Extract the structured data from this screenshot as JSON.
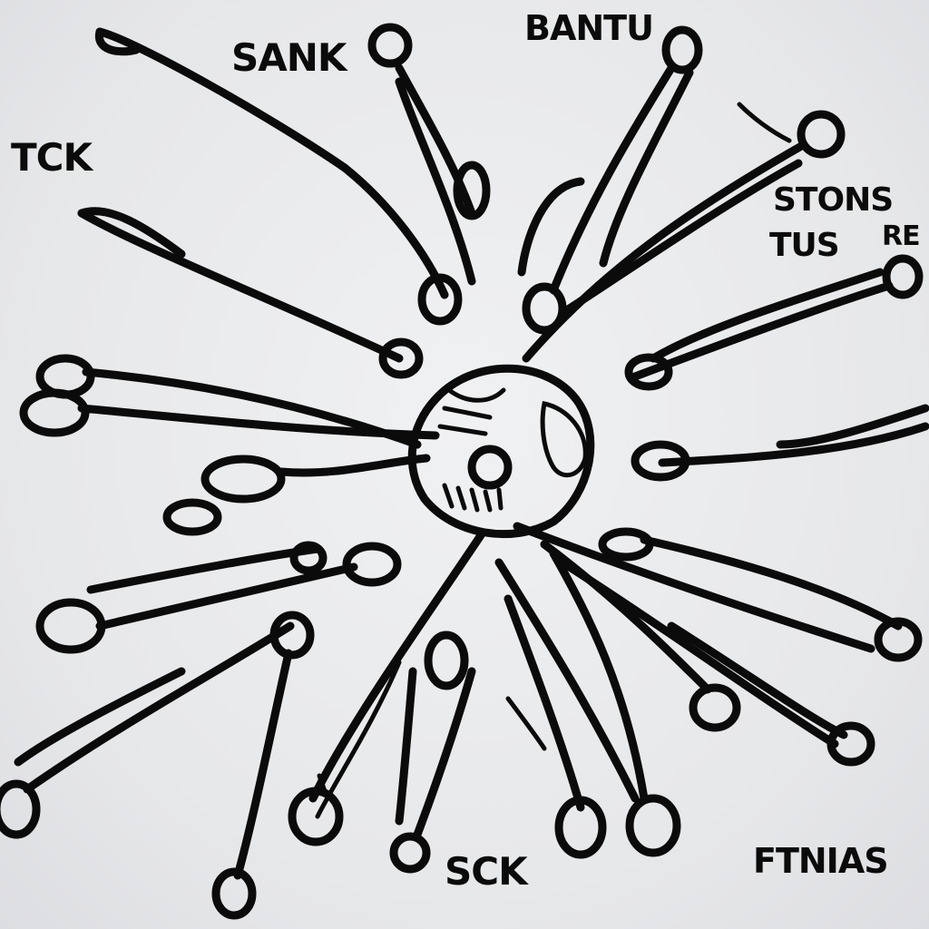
{
  "labels": {
    "sank": "SANK",
    "bantu": "BANTU",
    "tck": "TCK",
    "stons_line1": "STONS",
    "stons_line2": "TUS",
    "stons_line3": "RE",
    "sck": "SCK",
    "ftnias": "FTNIAS"
  },
  "colors": {
    "ink": "#0b0b0b",
    "paper": "#e9eaec"
  }
}
